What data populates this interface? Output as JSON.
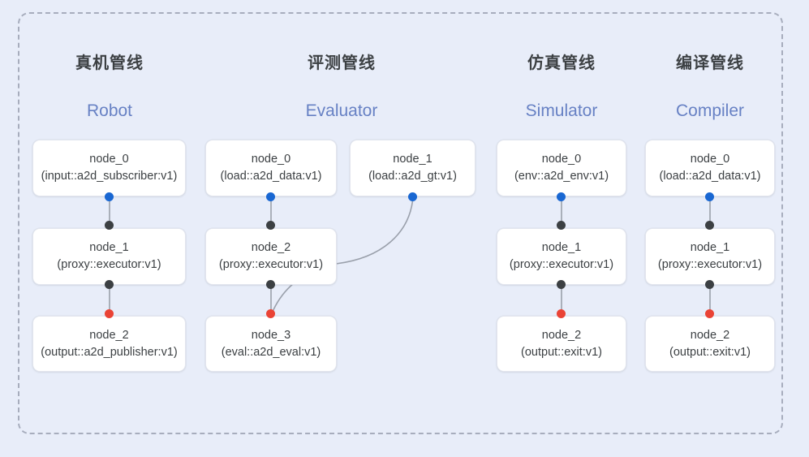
{
  "diagram": {
    "background_color": "#e8edf9",
    "frame": {
      "style": "dashed",
      "color": "#a7adbd"
    },
    "accent_colors": {
      "output_port": "#1967d2",
      "relay_port": "#3c4043",
      "input_port": "#ea4335",
      "header_en": "#6781c4",
      "header_cn": "#3c4043",
      "edge": "#9aa0ab"
    }
  },
  "columns": [
    {
      "id": "robot",
      "title_cn": "真机管线",
      "title_en": "Robot",
      "nodes": [
        {
          "id": "robot-n0",
          "name": "node_0",
          "spec": "(input::a2d_subscriber:v1)"
        },
        {
          "id": "robot-n1",
          "name": "node_1",
          "spec": "(proxy::executor:v1)"
        },
        {
          "id": "robot-n2",
          "name": "node_2",
          "spec": "(output::a2d_publisher:v1)"
        }
      ]
    },
    {
      "id": "evaluator",
      "title_cn": "评测管线",
      "title_en": "Evaluator",
      "nodes": [
        {
          "id": "eval-n0",
          "name": "node_0",
          "spec": "(load::a2d_data:v1)"
        },
        {
          "id": "eval-n1",
          "name": "node_1",
          "spec": "(load::a2d_gt:v1)"
        },
        {
          "id": "eval-n2",
          "name": "node_2",
          "spec": "(proxy::executor:v1)"
        },
        {
          "id": "eval-n3",
          "name": "node_3",
          "spec": "(eval::a2d_eval:v1)"
        }
      ]
    },
    {
      "id": "simulator",
      "title_cn": "仿真管线",
      "title_en": "Simulator",
      "nodes": [
        {
          "id": "sim-n0",
          "name": "node_0",
          "spec": "(env::a2d_env:v1)"
        },
        {
          "id": "sim-n1",
          "name": "node_1",
          "spec": "(proxy::executor:v1)"
        },
        {
          "id": "sim-n2",
          "name": "node_2",
          "spec": "(output::exit:v1)"
        }
      ]
    },
    {
      "id": "compiler",
      "title_cn": "编译管线",
      "title_en": "Compiler",
      "nodes": [
        {
          "id": "comp-n0",
          "name": "node_0",
          "spec": "(load::a2d_data:v1)"
        },
        {
          "id": "comp-n1",
          "name": "node_1",
          "spec": "(proxy::executor:v1)"
        },
        {
          "id": "comp-n2",
          "name": "node_2",
          "spec": "(output::exit:v1)"
        }
      ]
    }
  ]
}
